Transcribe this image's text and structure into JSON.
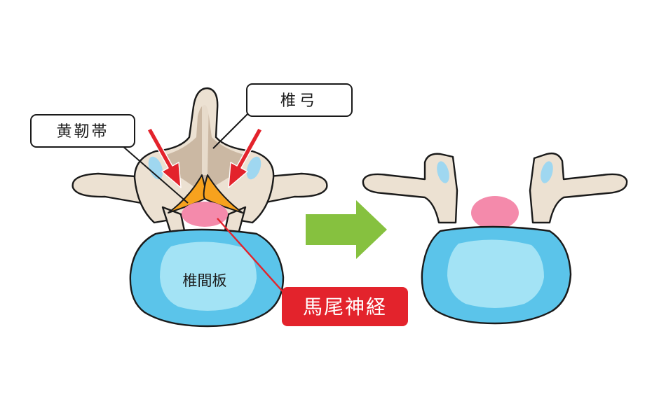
{
  "labels": {
    "lamina": "椎弓",
    "ligamentum_flavum": "黄靭帯",
    "disc": "椎間板",
    "cauda_equina": "馬尾神経"
  },
  "colors": {
    "bone": "#ece1d2",
    "bone_shade": "#cbb8a3",
    "outline": "#1a1a1a",
    "disc_outer": "#5bc4ea",
    "disc_inner": "#a3e3f5",
    "facet_blue": "#9fd7f0",
    "nerve_pink": "#f48aab",
    "ligament_orange": "#f7a21e",
    "compression_arrow": "#e3232c",
    "transition_arrow": "#86c13f",
    "label_red": "#e3232c"
  },
  "icons": {
    "compression": "compression-arrow-icon",
    "transition": "right-arrow-icon"
  }
}
